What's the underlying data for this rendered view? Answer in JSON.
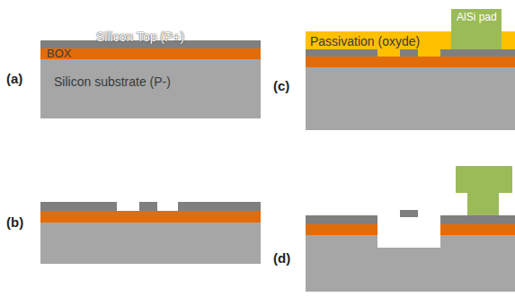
{
  "diagram": {
    "nodes": [
      {
        "text": [
          "Silicon Top (P+)"
        ]
      },
      {
        "text": [
          "BOX"
        ]
      },
      {
        "text": [
          "Silicon substrate (P-)"
        ]
      },
      {
        "text": [
          "Passivation (oxyde)"
        ]
      },
      {
        "text": [
          "AlSi pad"
        ]
      }
    ],
    "labels": [
      "(a)",
      "(b)",
      "(c)",
      "(d)"
    ]
  }
}
